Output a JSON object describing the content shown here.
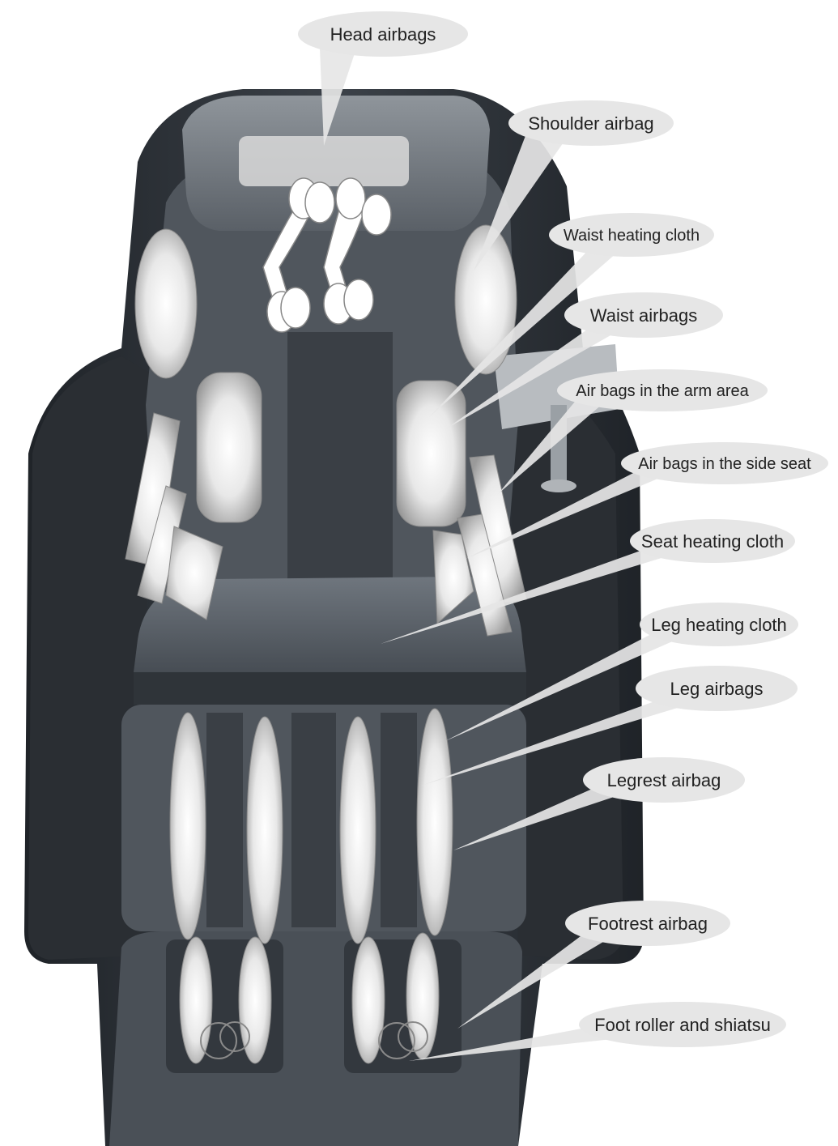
{
  "labels": {
    "head_airbags": "Head airbags",
    "shoulder_airbag": "Shoulder airbag",
    "waist_heating_cloth": "Waist heating cloth",
    "waist_airbags": "Waist airbags",
    "arm_area_airbags": "Air bags in the arm area",
    "side_seat_airbags": "Air bags in the side seat",
    "seat_heating_cloth": "Seat heating cloth",
    "leg_heating_cloth": "Leg heating cloth",
    "leg_airbags": "Leg airbags",
    "legrest_airbag": "Legrest airbag",
    "footrest_airbag": "Footrest airbag",
    "foot_roller_shiatsu": "Foot roller and shiatsu"
  },
  "colors": {
    "chair_dark": "#2b2f35",
    "chair_mid": "#4a5058",
    "chair_light": "#6e757d",
    "callout_fill": "#e6e6e6",
    "airbag_white": "#ffffff",
    "airbag_shade": "#a9a9a9"
  }
}
